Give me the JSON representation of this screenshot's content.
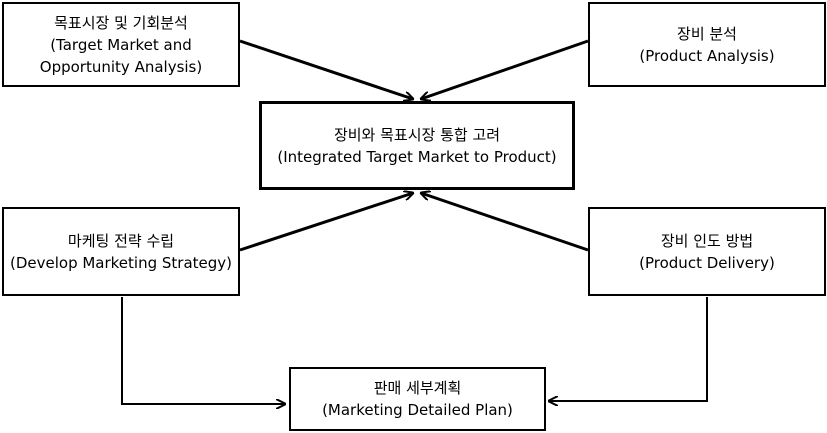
{
  "nodes": {
    "target": {
      "line1": "목표시장 및 기회분석",
      "line2": "(Target Market and",
      "line3": "Opportunity Analysis)"
    },
    "product": {
      "line1": "장비 분석",
      "line2": "(Product Analysis)"
    },
    "center": {
      "line1": "장비와 목표시장 통합 고려",
      "line2": "(Integrated Target Market to Product)"
    },
    "market": {
      "line1": "마케팅 전략 수립",
      "line2": "(Develop Marketing Strategy)"
    },
    "delivery": {
      "line1": "장비 인도 방법",
      "line2": "(Product Delivery)"
    },
    "plan": {
      "line1": "판매 세부계획",
      "line2": "(Marketing Detailed Plan)"
    }
  },
  "colors": {
    "stroke": "#000000",
    "background": "#ffffff"
  }
}
